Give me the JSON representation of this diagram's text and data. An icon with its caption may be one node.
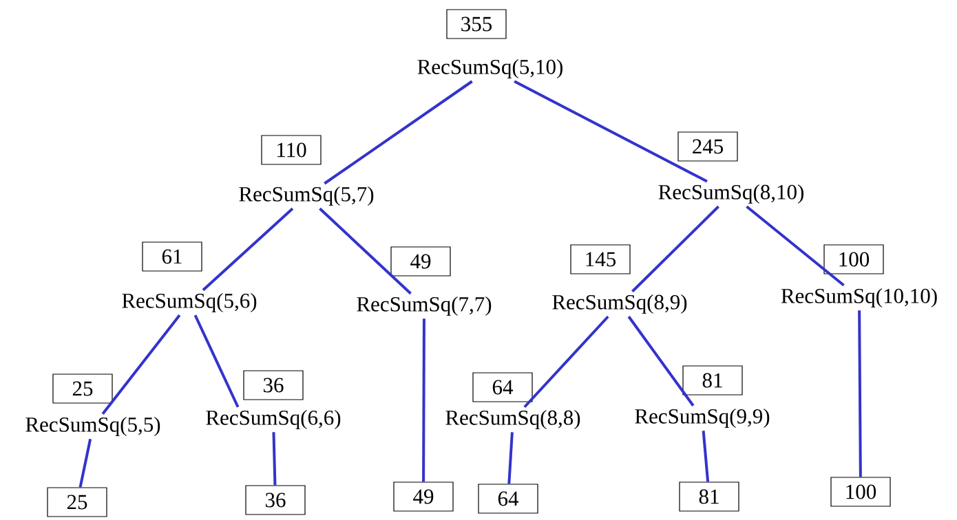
{
  "diagram": {
    "nodes": [
      {
        "text": [
          "355"
        ]
      },
      {
        "text": [
          "RecSumSq(5,10)"
        ]
      },
      {
        "text": [
          "110"
        ]
      },
      {
        "text": [
          "RecSumSq(5,7)"
        ]
      },
      {
        "text": [
          "245"
        ]
      },
      {
        "text": [
          "RecSumSq(8,10)"
        ]
      },
      {
        "text": [
          "61"
        ]
      },
      {
        "text": [
          "RecSumSq(5,6)"
        ]
      },
      {
        "text": [
          "49"
        ]
      },
      {
        "text": [
          "RecSumSq(7,7)"
        ]
      },
      {
        "text": [
          "145"
        ]
      },
      {
        "text": [
          "RecSumSq(8,9)"
        ]
      },
      {
        "text": [
          "100"
        ]
      },
      {
        "text": [
          "RecSumSq(10,10)"
        ]
      },
      {
        "text": [
          "25"
        ]
      },
      {
        "text": [
          "RecSumSq(5,5)"
        ]
      },
      {
        "text": [
          "36"
        ]
      },
      {
        "text": [
          "RecSumSq(6,6)"
        ]
      },
      {
        "text": [
          "64"
        ]
      },
      {
        "text": [
          "RecSumSq(8,8)"
        ]
      },
      {
        "text": [
          "81"
        ]
      },
      {
        "text": [
          "RecSumSq(9,9)"
        ]
      },
      {
        "text": [
          "25"
        ]
      },
      {
        "text": [
          "36"
        ]
      },
      {
        "text": [
          "49"
        ]
      },
      {
        "text": [
          "64"
        ]
      },
      {
        "text": [
          "81"
        ]
      },
      {
        "text": [
          "100"
        ]
      }
    ],
    "edges": [
      {
        "from": 1,
        "to": 3,
        "arrow": "none"
      },
      {
        "from": 1,
        "to": 5,
        "arrow": "none"
      },
      {
        "from": 3,
        "to": 7,
        "arrow": "none"
      },
      {
        "from": 3,
        "to": 9,
        "arrow": "none"
      },
      {
        "from": 5,
        "to": 11,
        "arrow": "none"
      },
      {
        "from": 5,
        "to": 13,
        "arrow": "none"
      },
      {
        "from": 7,
        "to": 15,
        "arrow": "none"
      },
      {
        "from": 7,
        "to": 17,
        "arrow": "none"
      },
      {
        "from": 11,
        "to": 19,
        "arrow": "none"
      },
      {
        "from": 11,
        "to": 21,
        "arrow": "none"
      },
      {
        "from": 15,
        "to": 22,
        "arrow": "none"
      },
      {
        "from": 17,
        "to": 23,
        "arrow": "none"
      },
      {
        "from": 9,
        "to": 24,
        "arrow": "none"
      },
      {
        "from": 19,
        "to": 25,
        "arrow": "none"
      },
      {
        "from": 21,
        "to": 26,
        "arrow": "none"
      },
      {
        "from": 13,
        "to": 27,
        "arrow": "none"
      }
    ]
  }
}
